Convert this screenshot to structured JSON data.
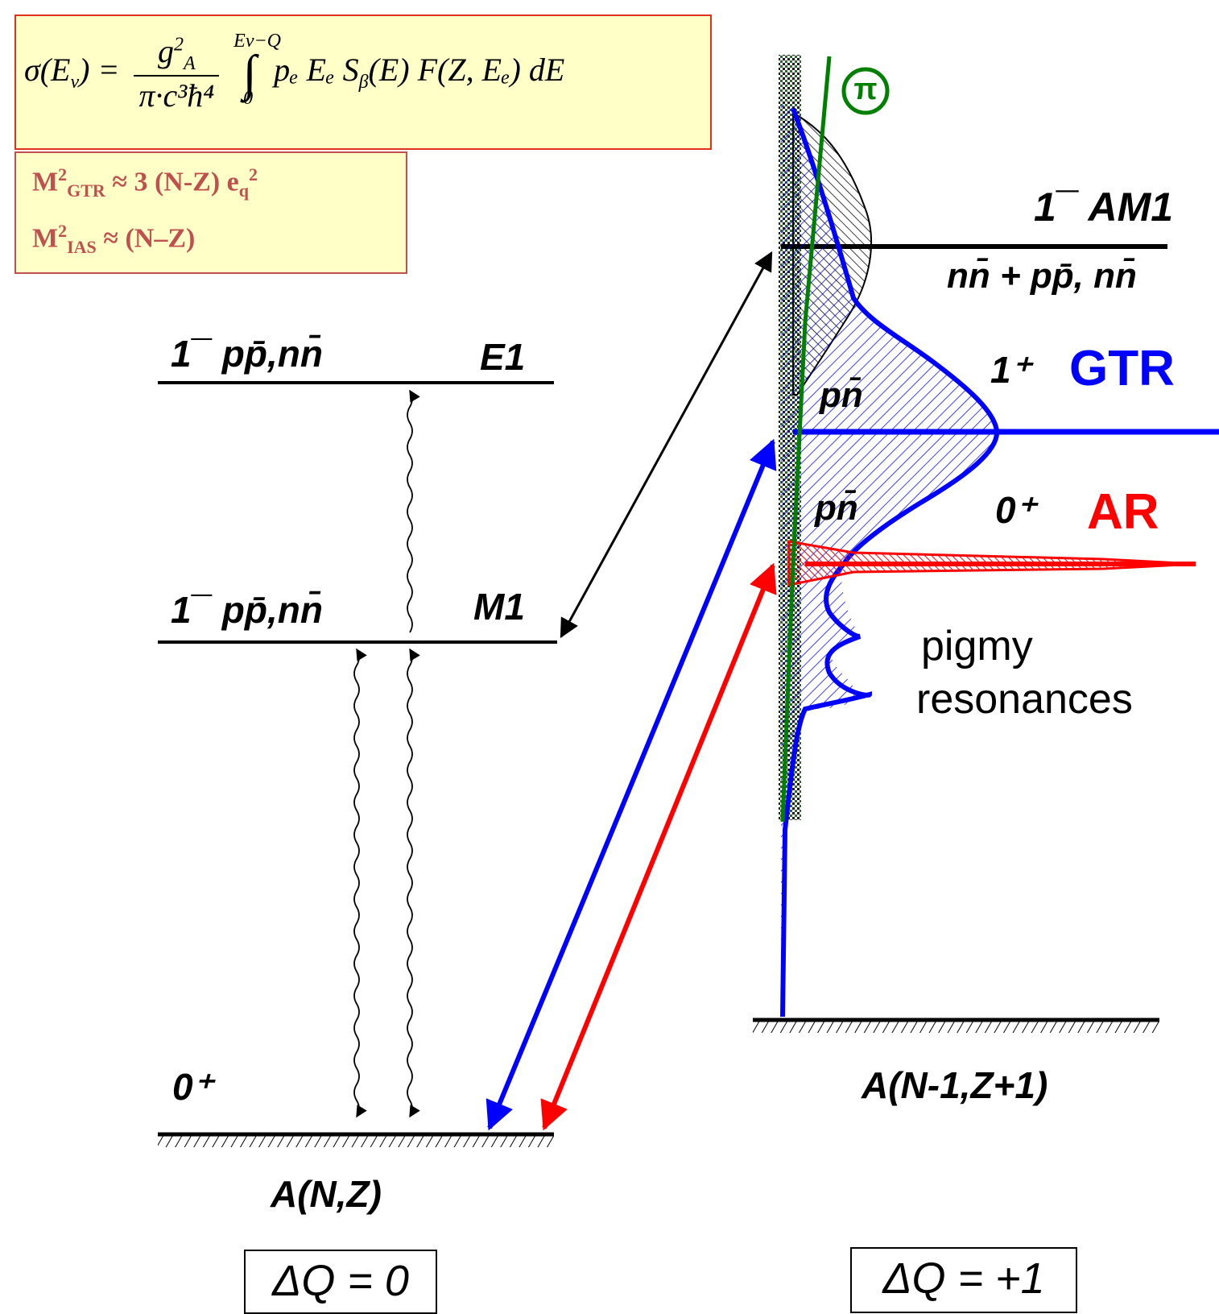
{
  "formula": {
    "lhs": "σ(E",
    "lhs_sub": "ν",
    "lhs_tail": ") =",
    "numerator": "g",
    "numerator_sup": "2",
    "numerator_sub": "A",
    "denominator": "π·c³ħ⁴",
    "integral_upper": "Eν−Q",
    "integral_lower": "0",
    "integrand": "pₑ Eₑ S",
    "integrand_sub": "β",
    "integrand_tail": "(E) F(Z, Eₑ) dE"
  },
  "matrix_elements": {
    "gtr_prefix": "M",
    "gtr_sup": "2",
    "gtr_sub": "GTR",
    "gtr_rhs": "≈ 3 (N-Z) e",
    "gtr_rhs_sub": "q",
    "gtr_rhs_sup": "2",
    "ias_prefix": "M",
    "ias_sup": "2",
    "ias_sub": "IAS",
    "ias_rhs": "≈ (N–Z)"
  },
  "left_scheme": {
    "e1_level": "1¯ pp̄,nn̄",
    "e1_label": "E1",
    "m1_level": "1¯ pp̄,nn̄",
    "m1_label": "M1",
    "ground_label": "0⁺",
    "nucleus": "A(N,Z)",
    "delta_q": "ΔQ = 0"
  },
  "right_scheme": {
    "pi_label": "π",
    "am1_label": "1¯ AM1",
    "am1_config": "nn̄ + pp̄, nn̄",
    "gtr_spin": "1⁺",
    "gtr_label": "GTR",
    "pn_upper": "pn̄",
    "pn_lower": "pn̄",
    "ar_spin": "0⁺",
    "ar_label": "AR",
    "pigmy_1": "pigmy",
    "pigmy_2": "resonances",
    "nucleus": "A(N-1,Z+1)",
    "delta_q": "ΔQ = +1"
  },
  "colors": {
    "box_fill": "#ffffc8",
    "box_border_formula": "#e0301e",
    "matrix_text": "#c0504d",
    "gtr_blue": "#0000ff",
    "ar_red": "#ff0000",
    "pi_green": "#008000",
    "line_black": "#000000"
  }
}
